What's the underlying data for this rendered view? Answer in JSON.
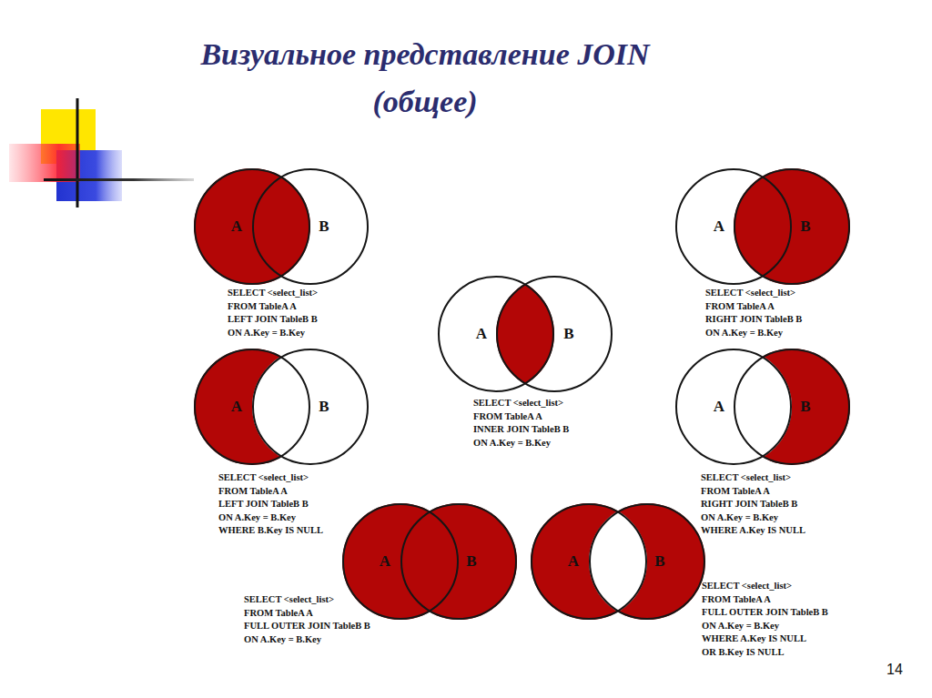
{
  "diagram": {
    "title": "Визуальное представление JOIN (общее)",
    "nodes": [
      {
        "text": [
          "A"
        ]
      },
      {
        "text": [
          "B"
        ]
      },
      {
        "text": [
          "A"
        ]
      },
      {
        "text": [
          "B"
        ]
      },
      {
        "text": [
          "A"
        ]
      },
      {
        "text": [
          "B"
        ]
      },
      {
        "text": [
          "A"
        ]
      },
      {
        "text": [
          "B"
        ]
      },
      {
        "text": [
          "A"
        ]
      },
      {
        "text": [
          "B"
        ]
      },
      {
        "text": [
          "A"
        ]
      },
      {
        "text": [
          "B"
        ]
      },
      {
        "text": [
          "A"
        ]
      },
      {
        "text": [
          "B"
        ]
      }
    ],
    "labels": [
      "SELECT <select_list>",
      "FROM TableA A",
      "LEFT JOIN TableB B",
      "ON A.Key = B.Key",
      "SELECT <select_list>",
      "FROM TableA A",
      "RIGHT JOIN TableB B",
      "ON A.Key = B.Key",
      "SELECT <select_list>",
      "FROM TableA A",
      "INNER JOIN TableB B",
      "ON A.Key = B.Key",
      "SELECT <select_list>",
      "FROM TableA A",
      "LEFT JOIN TableB B",
      "ON A.Key = B.Key",
      "WHERE B.Key IS NULL",
      "SELECT <select_list>",
      "FROM TableA A",
      "RIGHT JOIN TableB B",
      "ON A.Key = B.Key",
      "WHERE A.Key IS NULL",
      "SELECT <select_list>",
      "FROM TableA A",
      "FULL OUTER JOIN TableB B",
      "ON A.Key = B.Key",
      "SELECT <select_list>",
      "FROM TableA A",
      "FULL OUTER JOIN TableB B",
      "ON A.Key = B.Key",
      "WHERE A.Key IS NULL",
      "OR B.Key IS NULL",
      "14"
    ]
  }
}
